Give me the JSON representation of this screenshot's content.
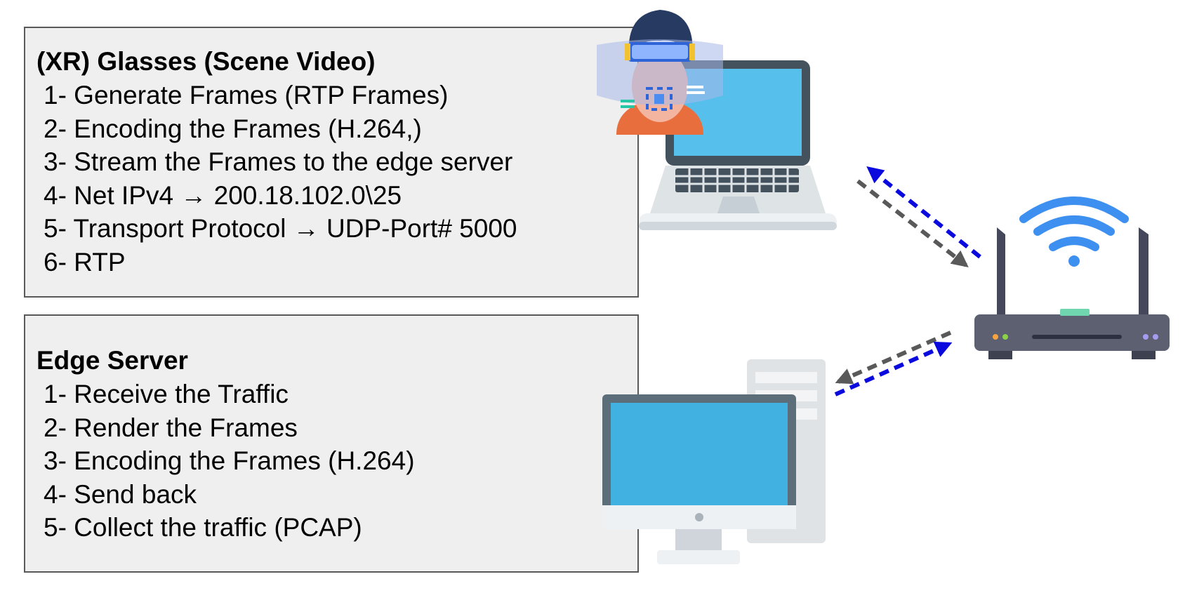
{
  "glasses_box": {
    "title": "(XR) Glasses (Scene Video)",
    "steps": [
      "1- Generate Frames (RTP Frames)",
      "2- Encoding the Frames (H.264,)",
      "3- Stream the Frames to the edge server",
      "4- Net IPv4 →  200.18.102.0\\25",
      "5- Transport Protocol → UDP-Port# 5000",
      "6- RTP"
    ]
  },
  "edge_box": {
    "title": "Edge Server",
    "steps": [
      "1- Receive the Traffic",
      "2- Render the Frames",
      "3- Encoding the Frames (H.264)",
      "4- Send back",
      "5- Collect the traffic (PCAP)"
    ]
  },
  "icons": {
    "user": "vr-user-icon",
    "laptop": "laptop-icon",
    "router": "wifi-router-icon",
    "desktop": "desktop-computer-icon"
  },
  "colors": {
    "box_fill": "#efefef",
    "box_border": "#595959",
    "arrow_blue": "#0a0adf",
    "arrow_gray": "#595959",
    "screen_blue": "#57bfec",
    "wifi_blue": "#3d8ff0"
  }
}
